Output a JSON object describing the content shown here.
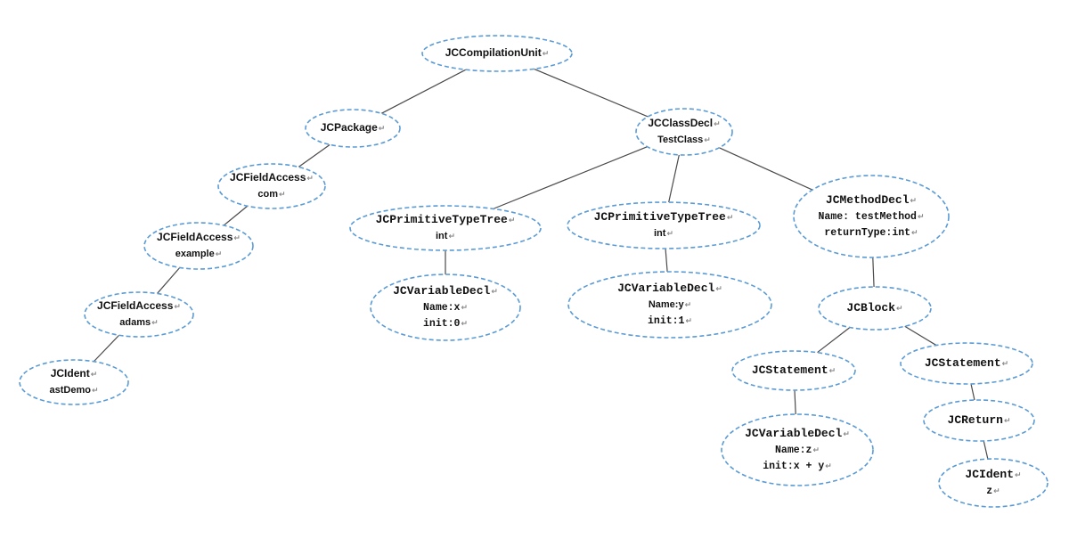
{
  "diagram": {
    "type": "tree",
    "return_mark": "↵",
    "nodes": {
      "compilation_unit": {
        "lines": [
          "JCCompilationUnit"
        ]
      },
      "package": {
        "lines": [
          "JCPackage"
        ]
      },
      "field_access_com": {
        "lines": [
          "JCFieldAccess",
          "com"
        ]
      },
      "field_access_example": {
        "lines": [
          "JCFieldAccess",
          "example"
        ]
      },
      "field_access_adams": {
        "lines": [
          "JCFieldAccess",
          "adams"
        ]
      },
      "ident_astdemo": {
        "lines": [
          "JCIdent",
          "astDemo"
        ]
      },
      "class_decl": {
        "lines": [
          "JCClassDecl",
          "TestClass"
        ]
      },
      "primitive_type_1": {
        "lines": [
          "JCPrimitiveTypeTree",
          "int"
        ]
      },
      "primitive_type_2": {
        "lines": [
          "JCPrimitiveTypeTree",
          "int"
        ]
      },
      "method_decl": {
        "lines": [
          "JCMethodDecl",
          "Name: testMethod",
          "returnType:int"
        ]
      },
      "variable_decl_x": {
        "lines": [
          "JCVariableDecl",
          "Name:x",
          "init:0"
        ]
      },
      "variable_decl_y": {
        "lines": [
          "JCVariableDecl",
          "Name:y",
          "init:1"
        ]
      },
      "block": {
        "lines": [
          "JCBlock"
        ]
      },
      "statement_1": {
        "lines": [
          "JCStatement"
        ]
      },
      "statement_2": {
        "lines": [
          "JCStatement"
        ]
      },
      "variable_decl_z": {
        "lines": [
          "JCVariableDecl",
          "Name:z",
          "init:x + y"
        ]
      },
      "return": {
        "lines": [
          "JCReturn"
        ]
      },
      "ident_z": {
        "lines": [
          "JCIdent",
          "z"
        ]
      }
    },
    "edges": [
      [
        "compilation_unit",
        "package"
      ],
      [
        "compilation_unit",
        "class_decl"
      ],
      [
        "package",
        "field_access_com"
      ],
      [
        "field_access_com",
        "field_access_example"
      ],
      [
        "field_access_example",
        "field_access_adams"
      ],
      [
        "field_access_adams",
        "ident_astdemo"
      ],
      [
        "class_decl",
        "primitive_type_1"
      ],
      [
        "class_decl",
        "primitive_type_2"
      ],
      [
        "class_decl",
        "method_decl"
      ],
      [
        "primitive_type_1",
        "variable_decl_x"
      ],
      [
        "primitive_type_2",
        "variable_decl_y"
      ],
      [
        "method_decl",
        "block"
      ],
      [
        "block",
        "statement_1"
      ],
      [
        "block",
        "statement_2"
      ],
      [
        "statement_1",
        "variable_decl_z"
      ],
      [
        "statement_2",
        "return"
      ],
      [
        "return",
        "ident_z"
      ]
    ]
  }
}
